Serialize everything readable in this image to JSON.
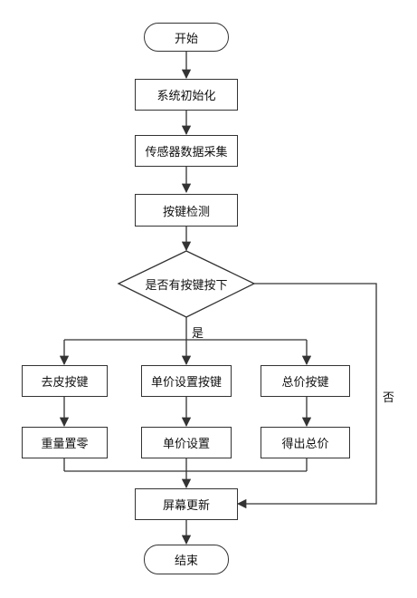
{
  "flowchart": {
    "start": "开始",
    "init": "系统初始化",
    "sensor": "传感器数据采集",
    "key_detect": "按键检测",
    "decision": "是否有按键按下",
    "yes_label": "是",
    "no_label": "否",
    "branch_left_key": "去皮按键",
    "branch_mid_key": "单价设置按键",
    "branch_right_key": "总价按键",
    "branch_left_action": "重量置零",
    "branch_mid_action": "单价设置",
    "branch_right_action": "得出总价",
    "refresh": "屏幕更新",
    "end": "结束"
  }
}
